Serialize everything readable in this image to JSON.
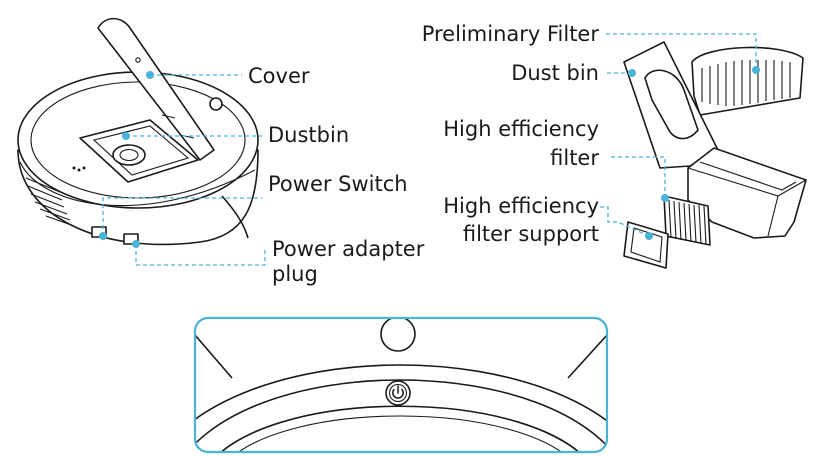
{
  "labels": {
    "cover": "Cover",
    "dustbin": "Dustbin",
    "power_switch": "Power Switch",
    "power_adapter_line1": "Power adapter",
    "power_adapter_line2": "plug",
    "preliminary_filter": "Preliminary Filter",
    "dust_bin": "Dust bin",
    "high_efficiency_filter_line1": "High efficiency",
    "high_efficiency_filter_line2": "filter",
    "high_efficiency_support_line1": "High efficiency",
    "high_efficiency_support_line2": "filter support"
  },
  "colors": {
    "leader_line": "#4ab3d8",
    "inset_frame": "#4ab3d8",
    "outline": "#1a1a1a"
  },
  "icons": {
    "power_button": "power-icon"
  }
}
